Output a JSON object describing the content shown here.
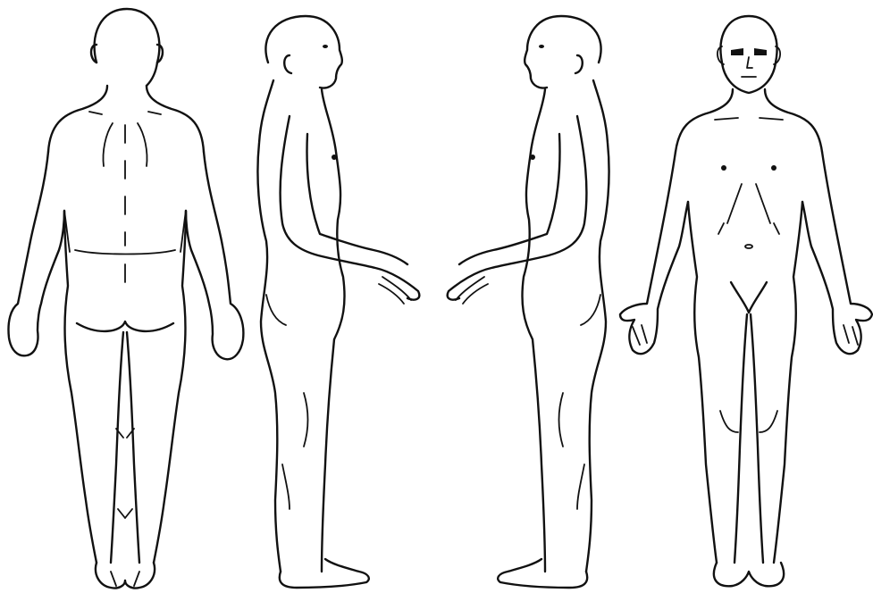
{
  "figure": {
    "views": [
      {
        "id": "posterior",
        "view": "back"
      },
      {
        "id": "lateral-right",
        "view": "side-facing-right"
      },
      {
        "id": "lateral-left",
        "view": "side-facing-left"
      },
      {
        "id": "anterior",
        "view": "front"
      }
    ],
    "colors": {
      "background": "#ffffff",
      "line": "#111111"
    }
  }
}
